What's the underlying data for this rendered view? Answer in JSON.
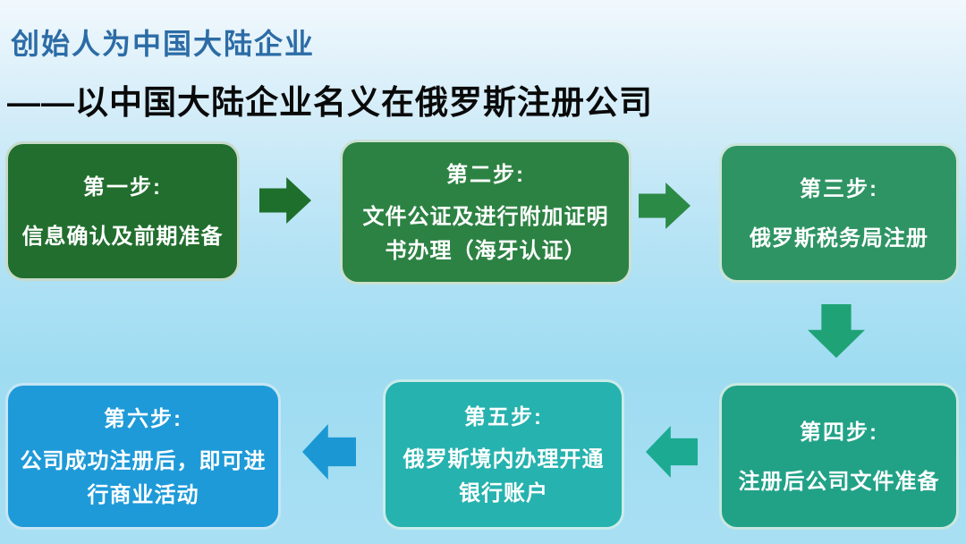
{
  "header": {
    "title": "创始人为中国大陆企业",
    "subtitle": "——以中国大陆企业名义在俄罗斯注册公司",
    "title_color": "#2c6ca6",
    "subtitle_color": "#0a0a0a"
  },
  "steps": [
    {
      "label": "第一步:",
      "text": "信息确认及前期准备",
      "color": "#216e2e"
    },
    {
      "label": "第二步:",
      "text": "文件公证及进行附加证明书办理（海牙认证）",
      "color": "#2c8243"
    },
    {
      "label": "第三步:",
      "text": "俄罗斯税务局注册",
      "color": "#2e9464"
    },
    {
      "label": "第四步:",
      "text": "注册后公司文件准备",
      "color": "#21a287"
    },
    {
      "label": "第五步:",
      "text": "俄罗斯境内办理开通银行账户",
      "color": "#26b2ae"
    },
    {
      "label": "第六步:",
      "text": "公司成功注册后，即可进行商业活动",
      "color": "#1e9ad8"
    }
  ],
  "arrows": [
    {
      "name": "arrow-step1-to-step2",
      "direction": "right",
      "color": "#1e6f2c"
    },
    {
      "name": "arrow-step2-to-step3",
      "direction": "right",
      "color": "#2c8a47"
    },
    {
      "name": "arrow-step3-to-step4",
      "direction": "down",
      "color": "#1fa376"
    },
    {
      "name": "arrow-step4-to-step5",
      "direction": "left",
      "color": "#1cab92"
    },
    {
      "name": "arrow-step5-to-step6",
      "direction": "left",
      "color": "#1b98d3"
    }
  ],
  "background": {
    "top": "#f1f8fd",
    "middle": "#9edcf2",
    "bottom": "#a9dff3"
  }
}
